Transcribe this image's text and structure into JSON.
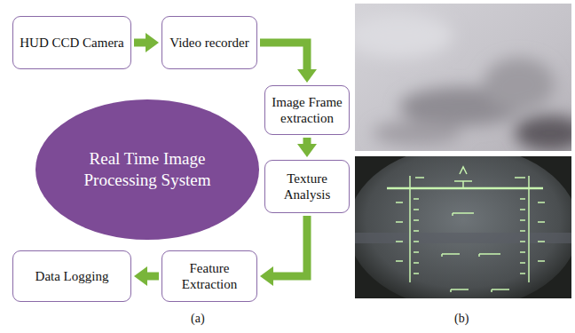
{
  "diagram": {
    "nodes": [
      {
        "text": [
          "HUD CCD Camera"
        ]
      },
      {
        "text": [
          "Video recorder"
        ]
      },
      {
        "text": [
          "Image Frame extraction"
        ]
      },
      {
        "text": [
          "Texture Analysis"
        ]
      },
      {
        "text": [
          "Feature Extraction"
        ]
      },
      {
        "text": [
          "Data Logging"
        ]
      },
      {
        "text": [
          "Real Time Image Processing System"
        ]
      }
    ],
    "edges": [
      {
        "from": 0,
        "to": 1,
        "arrow": "to"
      },
      {
        "from": 1,
        "to": 2,
        "arrow": "to"
      },
      {
        "from": 2,
        "to": 3,
        "arrow": "to"
      },
      {
        "from": 3,
        "to": 4,
        "arrow": "to"
      },
      {
        "from": 4,
        "to": 5,
        "arrow": "to"
      }
    ],
    "labels": [
      "(a)",
      "(b)"
    ]
  }
}
